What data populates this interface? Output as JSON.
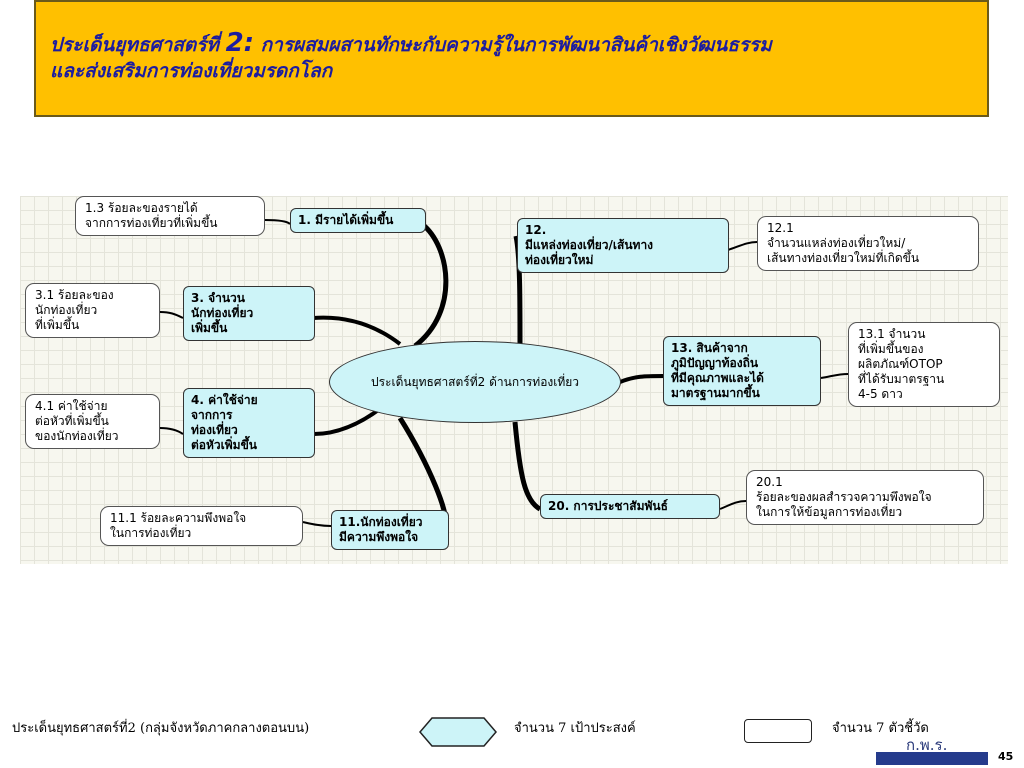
{
  "title": {
    "line1_prefix": "ประเด็นยุทธศาสตร์ที่ ",
    "line1_num": "2:",
    "line1_suffix": " การผสมผสานทักษะกับความรู้ในการพัฒนาสินค้าเชิงวัฒนธรรม",
    "line2": "และส่งเสริมการท่องเที่ยวมรดกโลก"
  },
  "mindmap": {
    "center": "ประเด็นยุทธศาสตร์ที่2 ด้านการท่องเที่ยว",
    "goals": [
      {
        "id": "g1",
        "text": "1. มีรายได้เพิ่มขึ้น"
      },
      {
        "id": "g3",
        "text": "3. จำนวน\nนักท่องเที่ยว\nเพิ่มขึ้น"
      },
      {
        "id": "g4",
        "text": "4. ค่าใช้จ่าย\nจากการ\nท่องเที่ยว\nต่อหัวเพิ่มขึ้น"
      },
      {
        "id": "g11",
        "text": "11.นักท่องเที่ยว\nมีความพึงพอใจ"
      },
      {
        "id": "g12",
        "text": "12.\nมีแหล่งท่องเที่ยว/เส้นทาง\nท่องเที่ยวใหม่"
      },
      {
        "id": "g13",
        "text": "13. สินค้าจาก\nภูมิปัญญาท้องถิ่น\nที่มีคุณภาพและได้\nมาตรฐานมากขึ้น"
      },
      {
        "id": "g20",
        "text": "20. การประชาสัมพันธ์"
      }
    ],
    "indicators": [
      {
        "id": "i13",
        "text": "1.3 ร้อยละของรายได้\nจากการท่องเที่ยวที่เพิ่มขึ้น"
      },
      {
        "id": "i31",
        "text": "3.1 ร้อยละของ\nนักท่องเที่ยว\nที่เพิ่มขึ้น"
      },
      {
        "id": "i41",
        "text": "4.1 ค่าใช้จ่าย\nต่อหัวที่เพิ่มขึ้น\nของนักท่องเที่ยว"
      },
      {
        "id": "i111",
        "text": "11.1 ร้อยละความพึงพอใจ\nในการท่องเที่ยว"
      },
      {
        "id": "i121",
        "text": "12.1\nจำนวนแหล่งท่องเที่ยวใหม่/\nเส้นทางท่องเที่ยวใหม่ที่เกิดขึ้น"
      },
      {
        "id": "i131",
        "text": "13.1 จำนวน\nที่เพิ่มขึ้นของ\nผลิตภัณฑ์OTOP\nที่ได้รับมาตรฐาน\n 4-5 ดาว"
      },
      {
        "id": "i201",
        "text": "20.1\nร้อยละของผลสำรวจความพึงพอใจ\nในการให้ข้อมูลการท่องเที่ยว"
      }
    ]
  },
  "legend": {
    "group": "ประเด็นยุทธศาสตร์ที่2 (กลุ่มจังหวัดภาคกลางตอนบน)",
    "goals_count": "จำนวน 7 เป้าประสงค์",
    "indicators_count": "จำนวน 7 ตัวชี้วัด"
  },
  "footer": {
    "logo": "ก.พ.ร.",
    "page_number": "45"
  },
  "colors": {
    "title_bg": "#ffc000",
    "title_text": "#1c1ca0",
    "goal_fill": "#cdf4f8",
    "branch": "#000000"
  }
}
